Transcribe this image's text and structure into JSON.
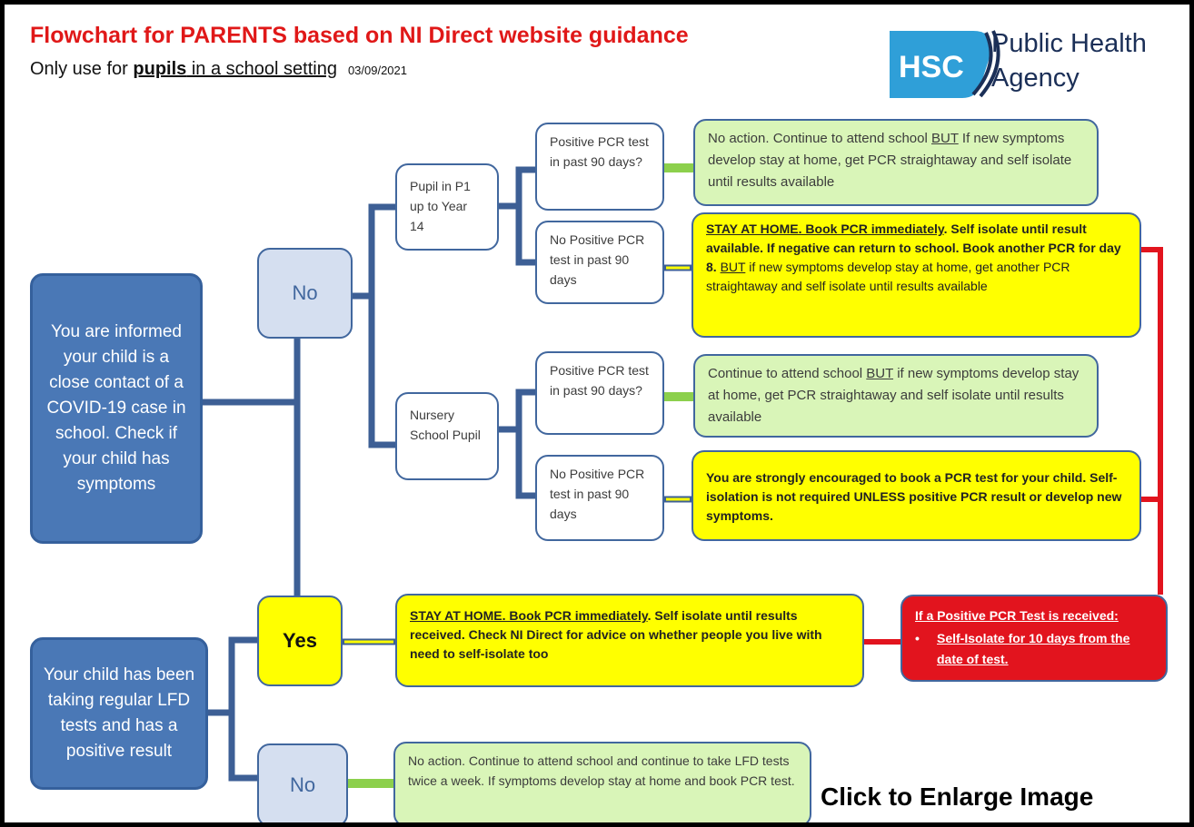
{
  "header": {
    "title": "Flowchart for PARENTS based on NI Direct website guidance",
    "subtitle_prefix": "Only use for ",
    "subtitle_emphasis": "pupils",
    "subtitle_suffix": " in a school setting",
    "date": "03/09/2021"
  },
  "logo": {
    "badge_text": "HSC",
    "line1": "Public Health",
    "line2": "Agency"
  },
  "colors": {
    "title_red": "#e01818",
    "blue_box": "#4a78b6",
    "connector_blue": "#3d5f95",
    "connector_green": "#8cd04c",
    "connector_red": "#e2141e",
    "green_box": "#d9f5b8",
    "yellow_box": "#ffff00",
    "red_box": "#e2141e"
  },
  "nodes": {
    "close_contact": "You are informed your child is a close contact of a COVID-19 case in school. Check if your child has symptoms",
    "lfd_positive": "Your child has been taking regular LFD tests and has a positive result",
    "no_symptoms": "No",
    "yes": "Yes",
    "no_lfd": "No",
    "pupil_p1": "Pupil in P1 up to Year 14",
    "nursery": "Nursery School Pupil",
    "pos_pcr_1": "Positive PCR test in past 90 days?",
    "no_pos_pcr_1": "No Positive PCR test in past 90 days",
    "pos_pcr_2": "Positive PCR test in past 90 days?",
    "no_pos_pcr_2": "No Positive PCR test in past 90 days"
  },
  "outcomes": {
    "green1": {
      "part1": "No action. Continue to attend school ",
      "but": "BUT",
      "part2": " If new symptoms develop stay at home, get PCR straightaway and self isolate until results available"
    },
    "yellow1": {
      "bold_u": "STAY AT HOME. Book PCR immediately",
      "bold1": ". Self isolate until result available. If negative can return to school.",
      "bold2": "Book another PCR for day 8.",
      "but": "BUT",
      "rest": " if new symptoms develop stay at home, get another PCR straightaway and self isolate until results available"
    },
    "green2": {
      "part1": "Continue to attend school ",
      "but": "BUT",
      "part2": " if new symptoms develop stay at home, get PCR straightaway and self isolate until results available"
    },
    "yellow2": "You are strongly encouraged to book a PCR test for your child. Self-isolation is not required UNLESS positive PCR result or develop new symptoms.",
    "yellow3": {
      "bold_u": "STAY AT HOME. Book PCR immediately",
      "rest": ". Self isolate until results received. Check NI Direct for advice on whether people you live with need to self-isolate too"
    },
    "red": {
      "heading": "If a Positive PCR Test is received:",
      "item": "Self-Isolate for 10 days from the date of test."
    },
    "green3": "No action.  Continue to attend school and continue to take LFD tests twice a week.  If symptoms develop stay at home and book PCR test."
  },
  "footer": {
    "enlarge": "Click to Enlarge Image"
  }
}
